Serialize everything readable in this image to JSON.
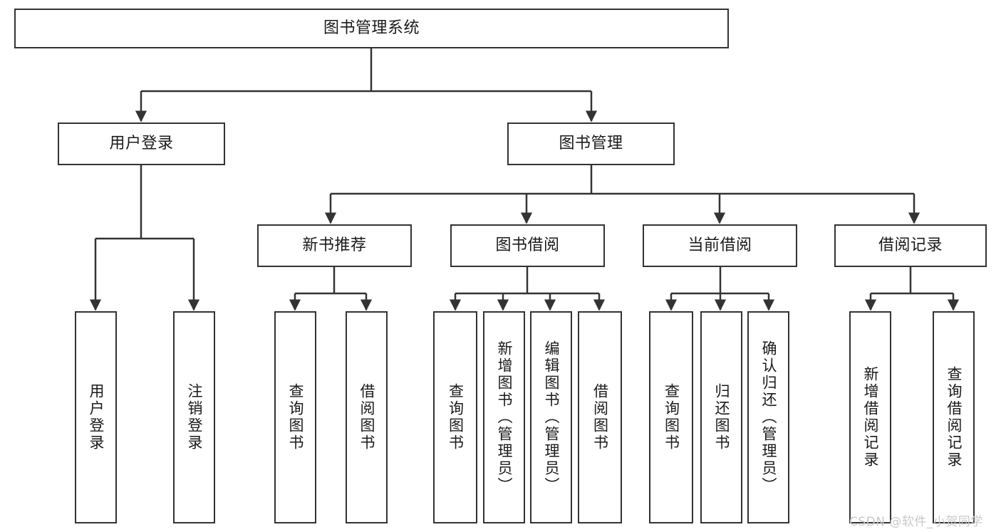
{
  "diagram": {
    "title": "图书管理系统",
    "type": "功能结构图",
    "line_color": "#333333",
    "box_fill": "#ffffff",
    "text_color": "#1a1a1a"
  },
  "nodes": {
    "root": {
      "label": "图书管理系统"
    },
    "level2": [
      {
        "label": "用户登录"
      },
      {
        "label": "图书管理"
      }
    ],
    "level3": [
      {
        "label": "新书推荐"
      },
      {
        "label": "图书借阅"
      },
      {
        "label": "当前借阅"
      },
      {
        "label": "借阅记录"
      }
    ],
    "leaves_user_login": [
      {
        "label": "用户登录"
      },
      {
        "label": "注销登录"
      }
    ],
    "leaves_new_book": [
      {
        "label": "查询图书"
      },
      {
        "label": "借阅图书"
      }
    ],
    "leaves_borrow": [
      {
        "label": "查询图书"
      },
      {
        "label": "新增图书（管理员）"
      },
      {
        "label": "编辑图书（管理员）"
      },
      {
        "label": "借阅图书"
      }
    ],
    "leaves_current": [
      {
        "label": "查询图书"
      },
      {
        "label": "归还图书"
      },
      {
        "label": "确认归还（管理员）"
      }
    ],
    "leaves_records": [
      {
        "label": "新增借阅记录"
      },
      {
        "label": "查询借阅记录"
      }
    ]
  },
  "watermark": {
    "text": "CSDN @软件_小贺同学",
    "color": "#c9c9c9"
  }
}
